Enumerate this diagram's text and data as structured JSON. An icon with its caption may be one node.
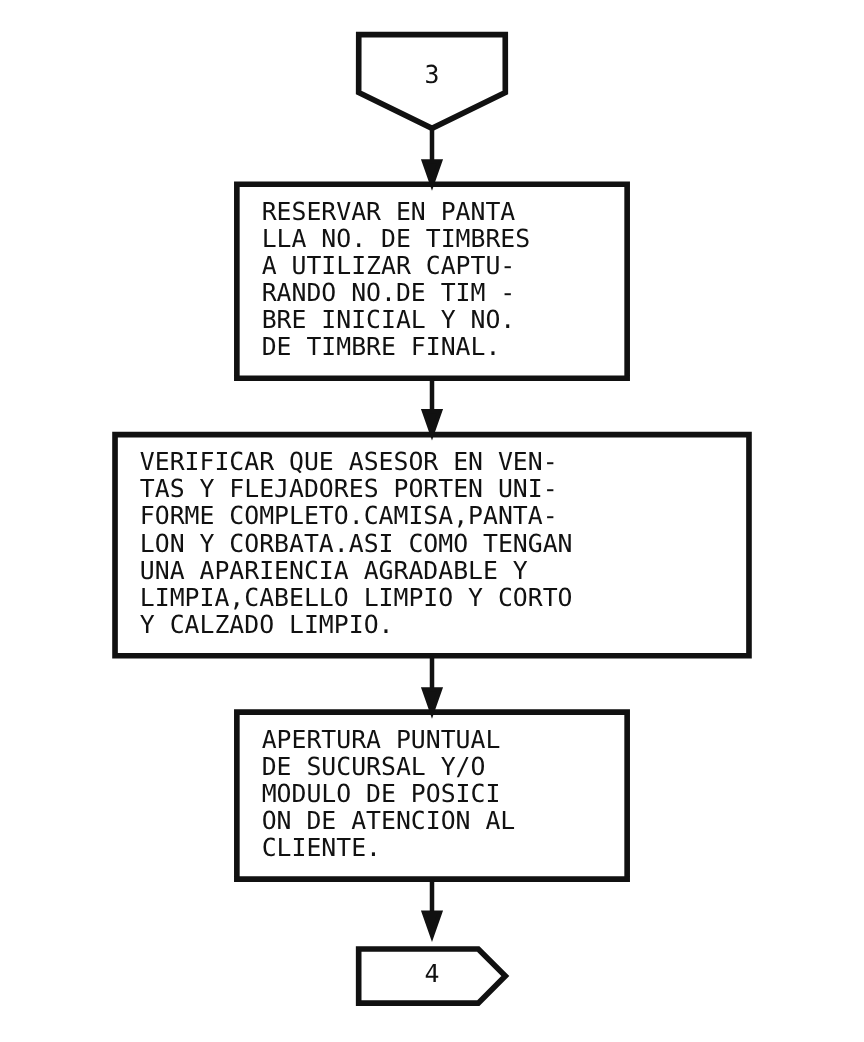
{
  "diagram": {
    "nodes": [
      {
        "text": [
          "3"
        ]
      },
      {
        "text": [
          "RESERVAR EN PANTA LLA NO. DE TIMBRES A UTILIZAR CAPTU- RANDO NO.DE TIM - BRE INICIAL Y NO. DE TIMBRE FINAL."
        ]
      },
      {
        "text": [
          "VERIFICAR QUE ASESOR EN VEN- TAS Y FLEJADORES PORTEN UNI- FORME COMPLETO.CAMISA,PANTA- LON Y CORBATA.ASI COMO TENGAN UNA APARIENCIA AGRADABLE Y LIMPIA,CABELLO LIMPIO Y CORTO Y CALZADO LIMPIO."
        ]
      },
      {
        "text": [
          "APERTURA PUNTUAL DE SUCURSAL Y/O MODULO DE POSICI ON DE ATENCION AL CLIENTE."
        ]
      },
      {
        "text": [
          "4"
        ]
      }
    ],
    "edges": [
      {
        "from": 0,
        "to": 1,
        "arrow": "to"
      },
      {
        "from": 1,
        "to": 2,
        "arrow": "to"
      },
      {
        "from": 2,
        "to": 3,
        "arrow": "to"
      },
      {
        "from": 3,
        "to": 4,
        "arrow": "to"
      }
    ]
  }
}
